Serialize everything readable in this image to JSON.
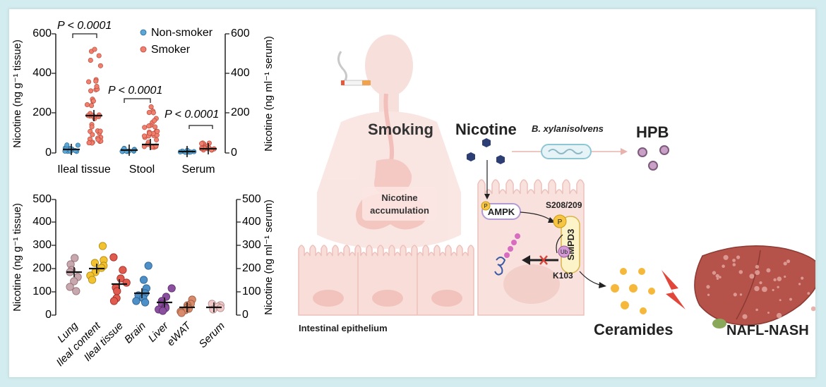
{
  "top_chart": {
    "y_label_left": "Nicotine (ng g⁻¹ tissue)",
    "y_label_right": "Nicotine (ng ml⁻¹ serum)",
    "y_ticks": [
      "0",
      "200",
      "400",
      "600"
    ],
    "categories": [
      "Ileal tissue",
      "Stool",
      "Serum"
    ],
    "legend": [
      "Non-smoker",
      "Smoker"
    ],
    "p_values": [
      "P < 0.0001",
      "P < 0.0001",
      "P < 0.0001"
    ]
  },
  "bottom_chart": {
    "y_label_left": "Nicotine (ng g⁻¹ tissue)",
    "y_label_right": "Nicotine (ng ml⁻¹ serum)",
    "y_ticks": [
      "0",
      "100",
      "200",
      "300",
      "400",
      "500"
    ],
    "categories": [
      "Lung",
      "Ileal content",
      "Ileal tissue",
      "Brain",
      "Liver",
      "eWAT",
      "Serum"
    ]
  },
  "diagram": {
    "smoking": "Smoking",
    "nicotine": "Nicotine",
    "nicotine_accumulation_line1": "Nicotine",
    "nicotine_accumulation_line2": "accumulation",
    "bacterium": "B. xylanisolvens",
    "hpb": "HPB",
    "ampk": "AMPK",
    "phospho": "P",
    "site": "S208/209",
    "smpd3": "SMPD3",
    "ub": "Ub",
    "k103": "K103",
    "epithelium": "Intestinal epithelium",
    "ceramides": "Ceramides",
    "disease": "NAFL-NASH"
  },
  "colors": {
    "non_smoker": "#5ba7d6",
    "smoker": "#f07f6e",
    "lung": "#c9a7ae",
    "ileal_content": "#f2c230",
    "ileal_tissue": "#e05a4e",
    "brain": "#4d90c8",
    "liver": "#8b4fa0",
    "ewat": "#d98a6a",
    "serum": "#f0c8c8",
    "liver_organ": "#b5524a",
    "navy": "#2c3e73"
  }
}
